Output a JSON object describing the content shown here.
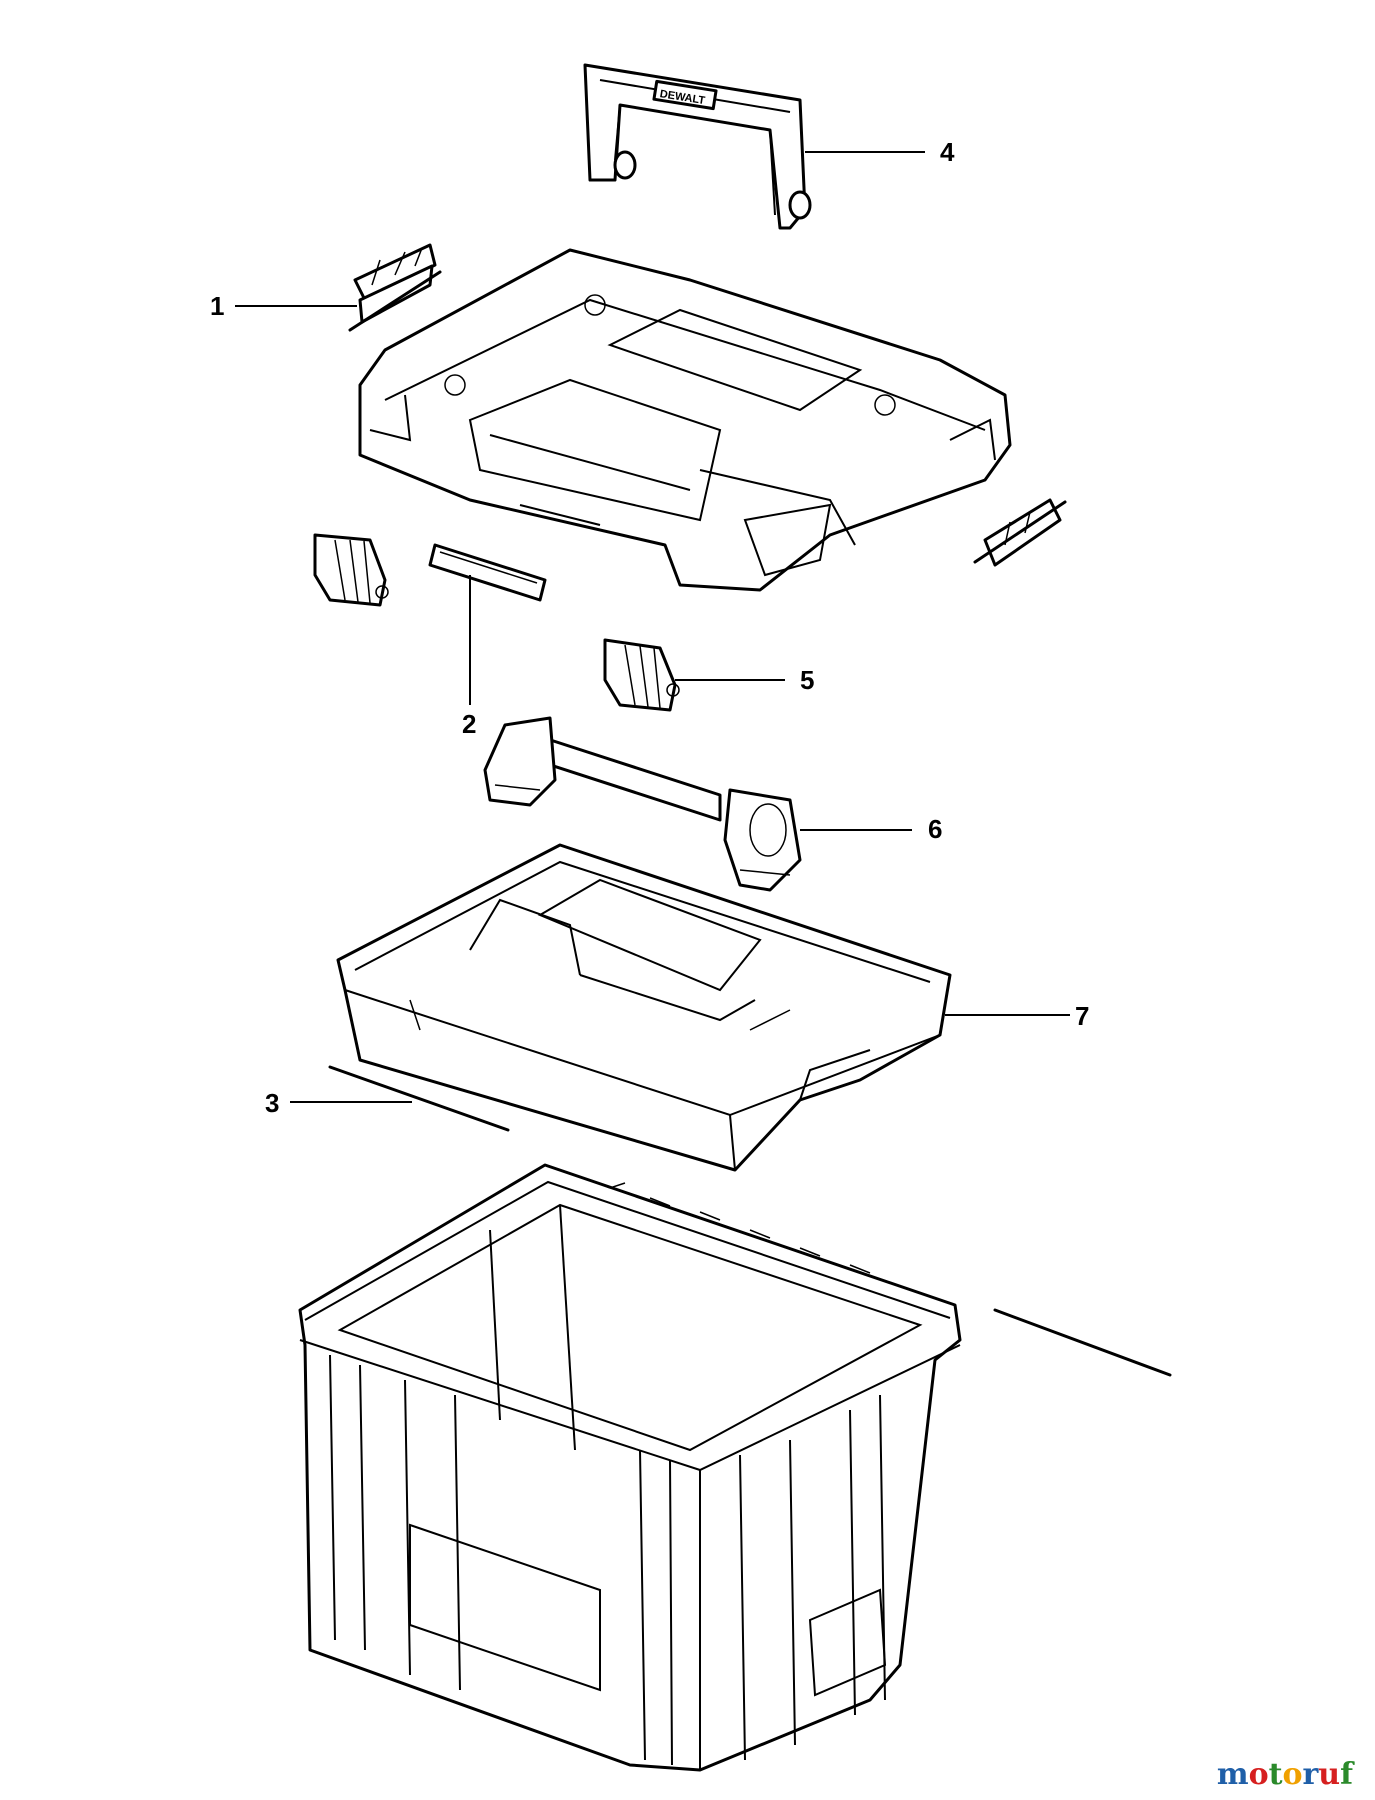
{
  "callouts": [
    {
      "id": "1",
      "label": "1"
    },
    {
      "id": "2",
      "label": "2"
    },
    {
      "id": "3",
      "label": "3"
    },
    {
      "id": "4",
      "label": "4"
    },
    {
      "id": "5",
      "label": "5"
    },
    {
      "id": "6",
      "label": "6"
    },
    {
      "id": "7",
      "label": "7"
    }
  ],
  "handle_brand": "DEWALT",
  "watermark": {
    "text": "motoruf",
    "colors": [
      "#1f5fa8",
      "#d62020",
      "#2b8a2b",
      "#f0a000",
      "#1f5fa8",
      "#d62020",
      "#2b8a2b"
    ]
  }
}
